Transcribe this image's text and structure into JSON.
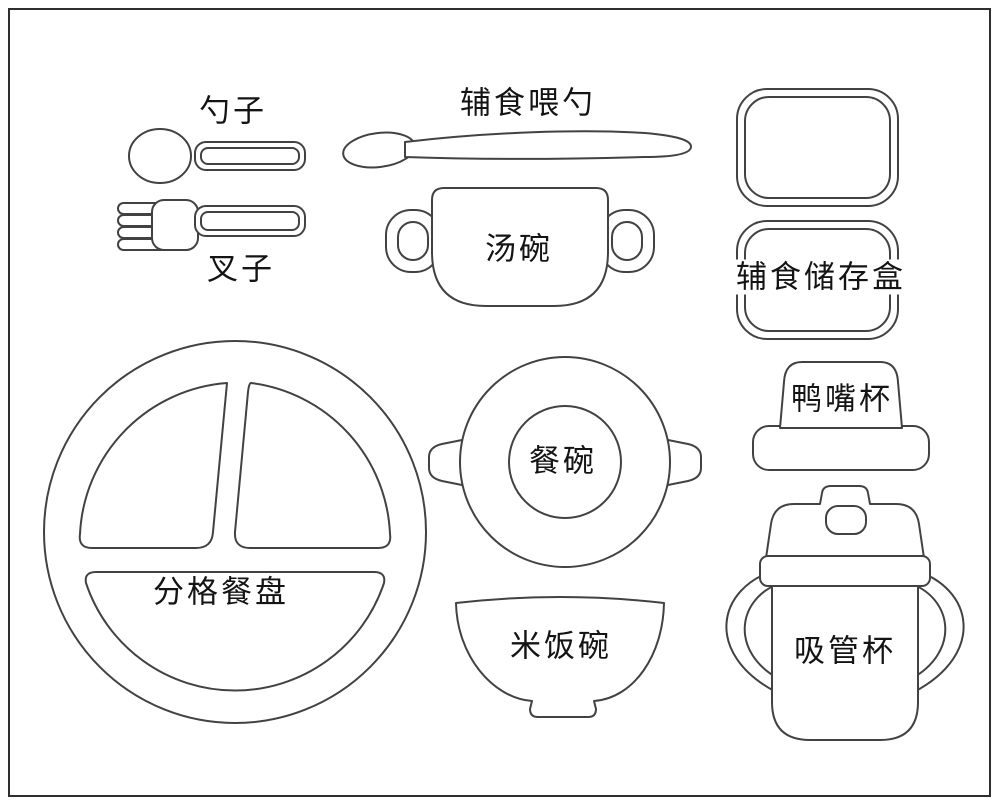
{
  "colors": {
    "line": "#424242",
    "text": "#141414",
    "border": "#2e2e2e",
    "background": "#ffffff"
  },
  "labels": {
    "spoon": "勺子",
    "fork": "叉子",
    "feeding_spoon": "辅食喂勺",
    "soup_bowl": "汤碗",
    "storage_box": "辅食储存盒",
    "duckbill_cup": "鸭嘴杯",
    "divided_plate": "分格餐盘",
    "meal_bowl": "餐碗",
    "rice_bowl": "米饭碗",
    "straw_cup": "吸管杯"
  }
}
